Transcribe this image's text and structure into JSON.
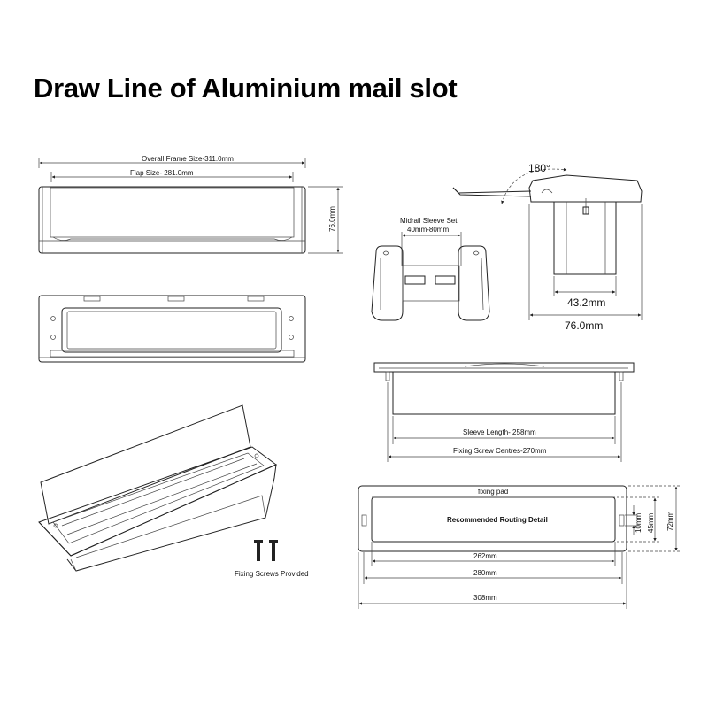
{
  "title": "Draw Line of Aluminium mail slot",
  "front_view": {
    "overall_frame_size": "Overall Frame Size-311.0mm",
    "flap_size": "Flap Size- 281.0mm",
    "height": "76.0mm"
  },
  "side_view": {
    "angle": "180°",
    "inner_width": "43.2mm",
    "outer_width": "76.0mm"
  },
  "midrail": {
    "label": "Midrail Sleeve Set",
    "range": "40mm-80mm"
  },
  "top_view": {
    "sleeve_length": "Sleeve Length- 258mm",
    "fixing_centres": "Fixing Screw Centres-270mm"
  },
  "routing": {
    "fixing_pad": "fixing pad",
    "label": "Recommended Routing Detail",
    "dim_262": "262mm",
    "dim_280": "280mm",
    "dim_308": "308mm",
    "dim_10": "10mm",
    "dim_45": "45mm",
    "dim_72": "72mm"
  },
  "screws": {
    "label": "Fixing Screws Provided"
  }
}
